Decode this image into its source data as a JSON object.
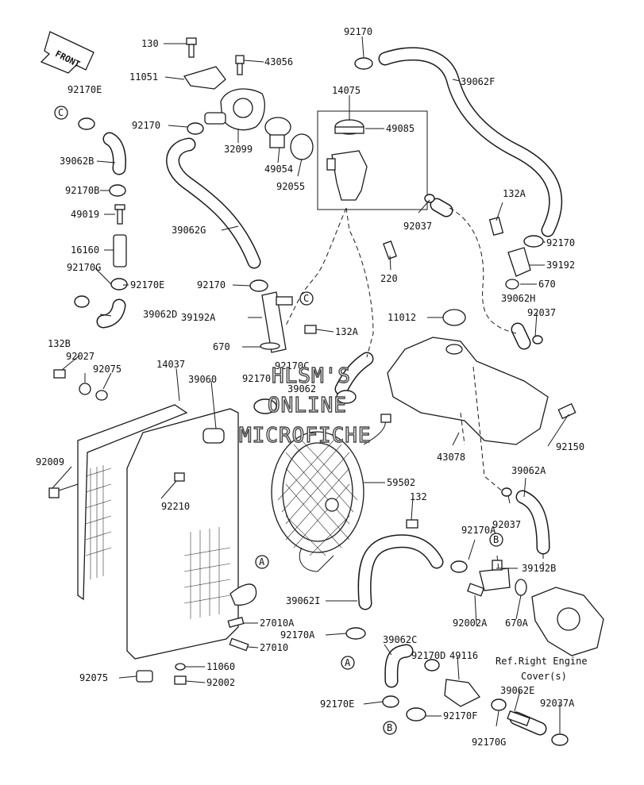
{
  "diagram": {
    "front_label": "FRONT",
    "watermark": [
      "HLSM'S",
      "ONLINE",
      "MICROFICHE"
    ],
    "ref_note": [
      "Ref.Right Engine",
      "Cover(s)"
    ],
    "callouts": [
      "C",
      "C",
      "A",
      "A",
      "B",
      "B"
    ],
    "part_labels": [
      "92170",
      "130",
      "43056",
      "11051",
      "92170E",
      "14075",
      "39062F",
      "92170",
      "49085",
      "32099",
      "49054",
      "92055",
      "39062B",
      "92170B",
      "49019",
      "92037",
      "132A",
      "39062G",
      "92170",
      "16160",
      "39192",
      "92170G",
      "220",
      "670",
      "92170E",
      "92170",
      "39062H",
      "39192A",
      "132A",
      "39062D",
      "92037",
      "11012",
      "670",
      "132B",
      "92170C",
      "92027",
      "92075",
      "14037",
      "39060",
      "92170",
      "39062",
      "92150",
      "43078",
      "92009",
      "59502",
      "39062A",
      "92210",
      "132",
      "92037",
      "92170A",
      "39192B",
      "39062I",
      "27010A",
      "92002A",
      "670A",
      "27010",
      "39062C",
      "92170A",
      "92170D",
      "49116",
      "11060",
      "92075",
      "92002",
      "92170E",
      "39062E",
      "92037A",
      "92170F",
      "92170G"
    ]
  }
}
